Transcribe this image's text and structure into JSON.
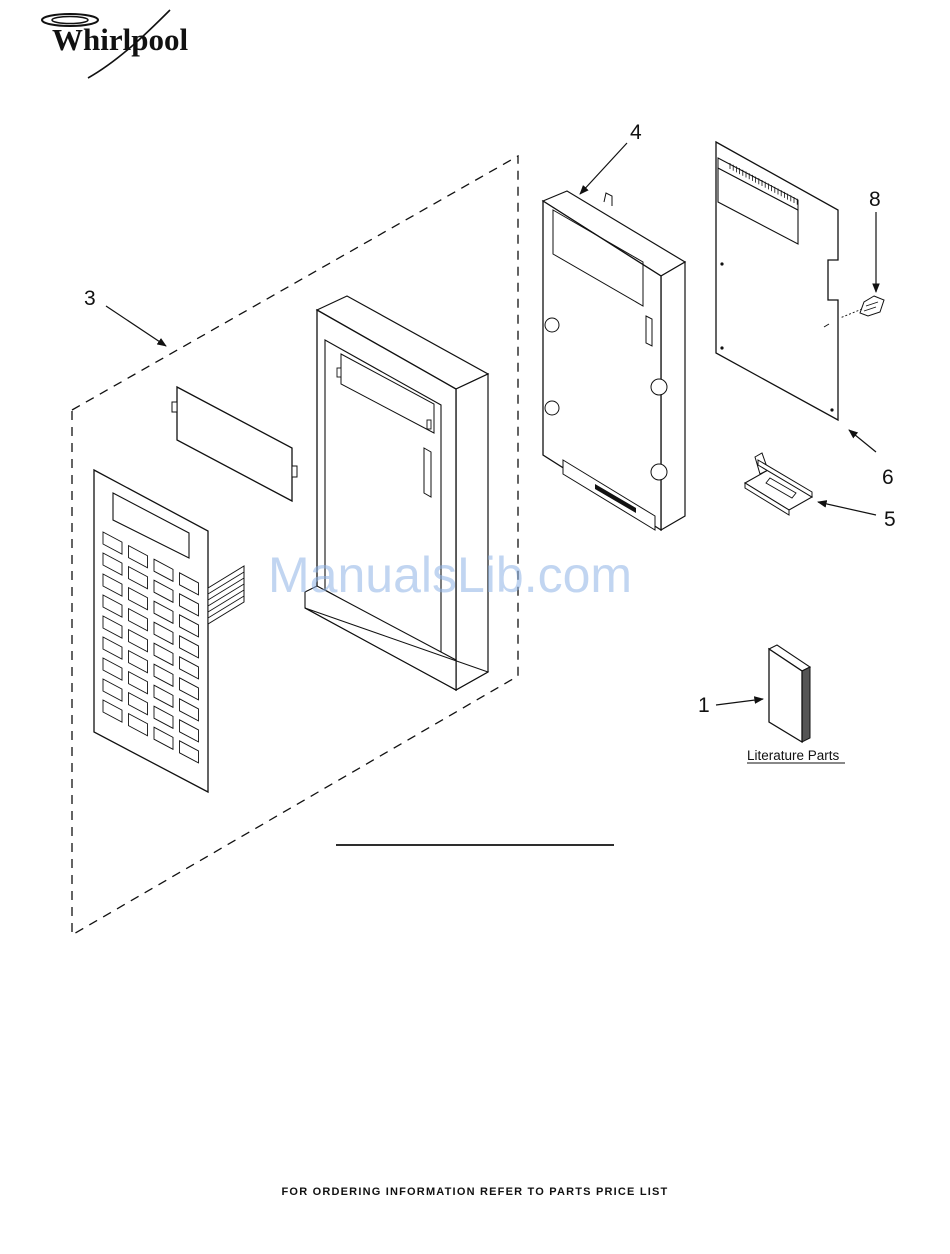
{
  "brand": {
    "name": "Whirlpool"
  },
  "callouts": {
    "c1": "1",
    "c3": "3",
    "c4": "4",
    "c5": "5",
    "c6": "6",
    "c8": "8"
  },
  "literature_label": "Literature Parts",
  "watermark": "ManualsLib.com",
  "footer_note": "FOR ORDERING INFORMATION REFER TO PARTS PRICE LIST"
}
